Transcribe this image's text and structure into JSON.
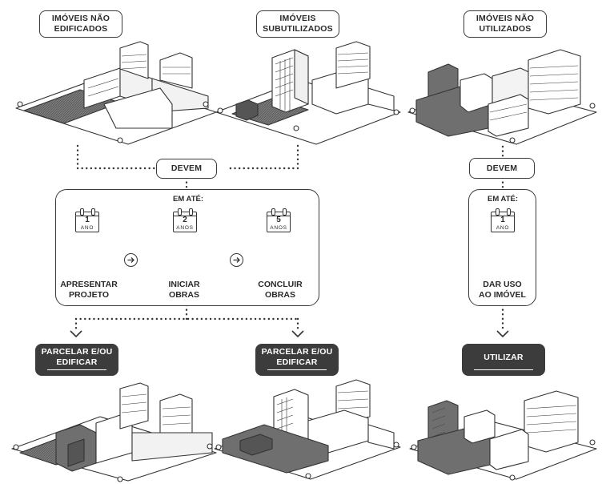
{
  "top_labels": [
    "IMÓVEIS NÃO\nEDIFICADOS",
    "IMÓVEIS\nSUBUTILIZADOS",
    "IMÓVEIS NÃO\nUTILIZADOS"
  ],
  "devem_left": "DEVEM",
  "devem_right": "DEVEM",
  "em_ate_left": "EM ATÉ:",
  "em_ate_right": "EM ATÉ:",
  "steps": [
    {
      "number": "1",
      "unit": "ANO",
      "label": "APRESENTAR\nPROJETO"
    },
    {
      "number": "2",
      "unit": "ANOS",
      "label": "INICIAR\nOBRAS"
    },
    {
      "number": "5",
      "unit": "ANOS",
      "label": "CONCLUIR\nOBRAS"
    }
  ],
  "right_step": {
    "number": "1",
    "unit": "ANO",
    "label": "DAR USO\nAO IMÓVEL"
  },
  "outcomes": [
    "PARCELAR E/OU\nEDIFICAR",
    "PARCELAR E/OU\nEDIFICAR",
    "UTILIZAR"
  ],
  "icons": [
    "calendar-icon",
    "blueprint-icon",
    "construction-site-icon",
    "stacked-building-icon",
    "people-icon",
    "arrow-right-icon"
  ],
  "colors": {
    "ink": "#3a3a3a",
    "highlight": "#6f6f6f",
    "dark_box": "#3c3c3c"
  }
}
